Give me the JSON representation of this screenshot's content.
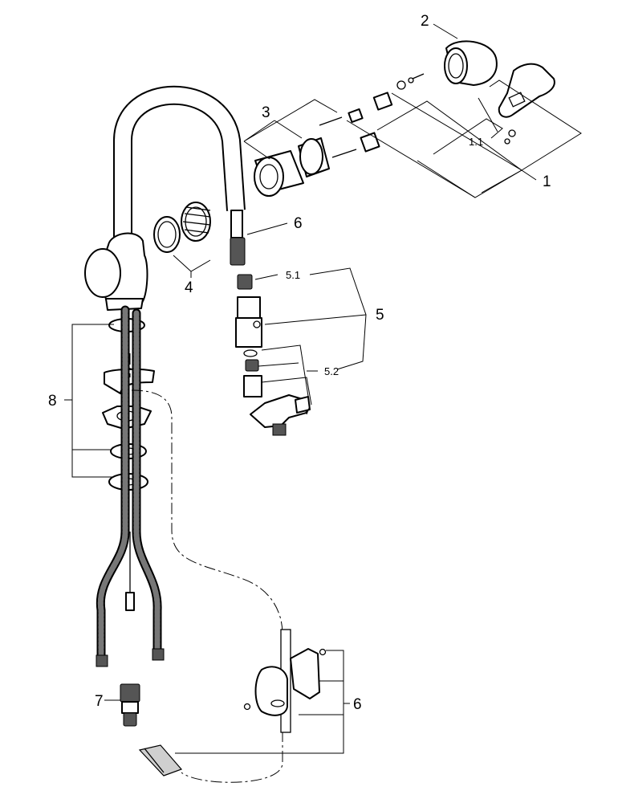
{
  "labels": {
    "part_1": "1",
    "part_1_1": "1.1",
    "part_2": "2",
    "part_3": "3",
    "part_4": "4",
    "part_5": "5",
    "part_5_1": "5.1",
    "part_5_2": "5.2",
    "part_6_top": "6",
    "part_6_bottom": "6",
    "part_7": "7",
    "part_8": "8"
  }
}
